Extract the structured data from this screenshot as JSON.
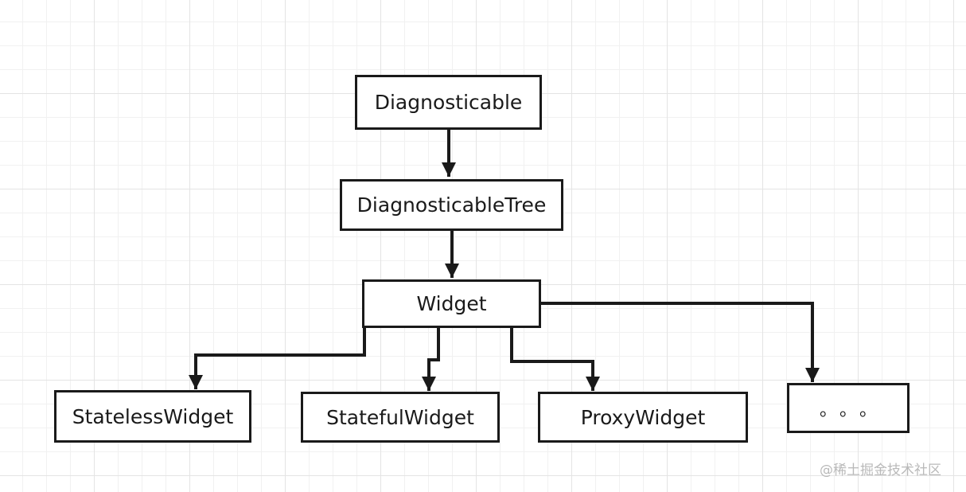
{
  "nodes": {
    "diagnosticable": "Diagnosticable",
    "diagnosticable_tree": "DiagnosticableTree",
    "widget": "Widget",
    "stateless_widget": "StatelessWidget",
    "stateful_widget": "StatefulWidget",
    "proxy_widget": "ProxyWidget",
    "more": "。。。"
  },
  "watermark": "@稀土掘金技术社区",
  "colors": {
    "stroke": "#1a1a1a",
    "background": "#ffffff",
    "grid": "#e4e4e4",
    "watermark": "#b9b9b9"
  }
}
